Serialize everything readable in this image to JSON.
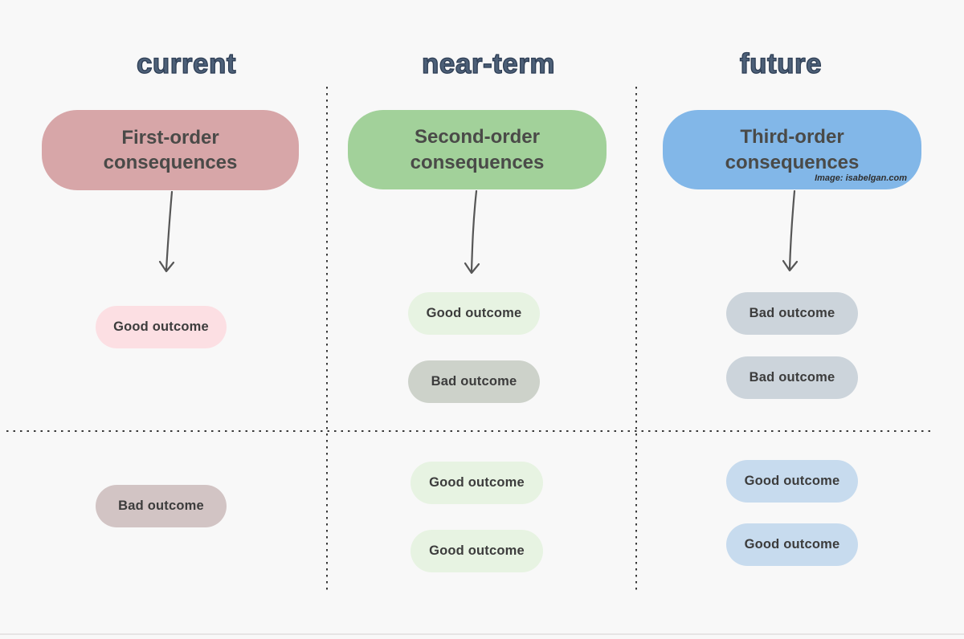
{
  "credit": "Image: isabelgan.com",
  "columns": [
    {
      "header": "current",
      "box": {
        "line1": "First-order",
        "line2": "consequences",
        "color": "#d7a6a8"
      },
      "top_outcomes": [
        {
          "label": "Good outcome",
          "color": "#fcdfe3"
        }
      ],
      "bottom_outcomes": [
        {
          "label": "Bad outcome",
          "color": "#d2c4c4"
        }
      ]
    },
    {
      "header": "near-term",
      "box": {
        "line1": "Second-order",
        "line2": "consequences",
        "color": "#a2d19a"
      },
      "top_outcomes": [
        {
          "label": "Good outcome",
          "color": "#e7f3e2"
        },
        {
          "label": "Bad outcome",
          "color": "#cdd2ca"
        }
      ],
      "bottom_outcomes": [
        {
          "label": "Good outcome",
          "color": "#e7f3e2"
        },
        {
          "label": "Good outcome",
          "color": "#e7f3e2"
        }
      ]
    },
    {
      "header": "future",
      "box": {
        "line1": "Third-order",
        "line2": "consequences",
        "color": "#82b7e8"
      },
      "top_outcomes": [
        {
          "label": "Bad outcome",
          "color": "#ccd4db"
        },
        {
          "label": "Bad outcome",
          "color": "#ccd4db"
        }
      ],
      "bottom_outcomes": [
        {
          "label": "Good outcome",
          "color": "#c7dbee"
        },
        {
          "label": "Good outcome",
          "color": "#c7dbee"
        }
      ]
    }
  ],
  "colors": {
    "background": "#f8f8f8",
    "header_fill": "#4d6078",
    "header_outline": "#2e3e55",
    "box_text": "#4a4a48",
    "pill_text": "#3c3c3c",
    "arrow": "#565656",
    "divider_dots": "#3a3a3a"
  }
}
